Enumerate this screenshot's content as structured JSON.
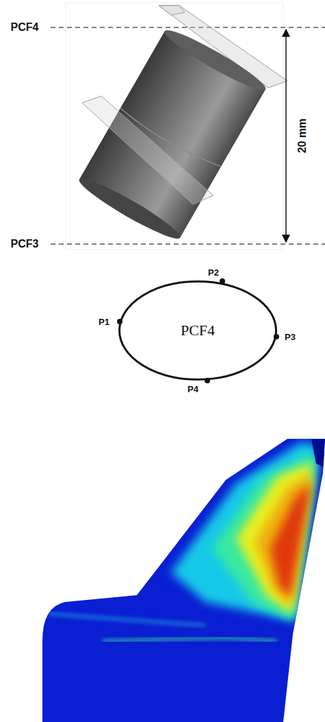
{
  "diagram": {
    "nodes": [
      {
        "text": [
          "PCF4"
        ]
      }
    ],
    "labels": [
      "PCF4",
      "PCF3",
      "20 mm",
      "P1",
      "P2",
      "P3",
      "P4"
    ]
  }
}
